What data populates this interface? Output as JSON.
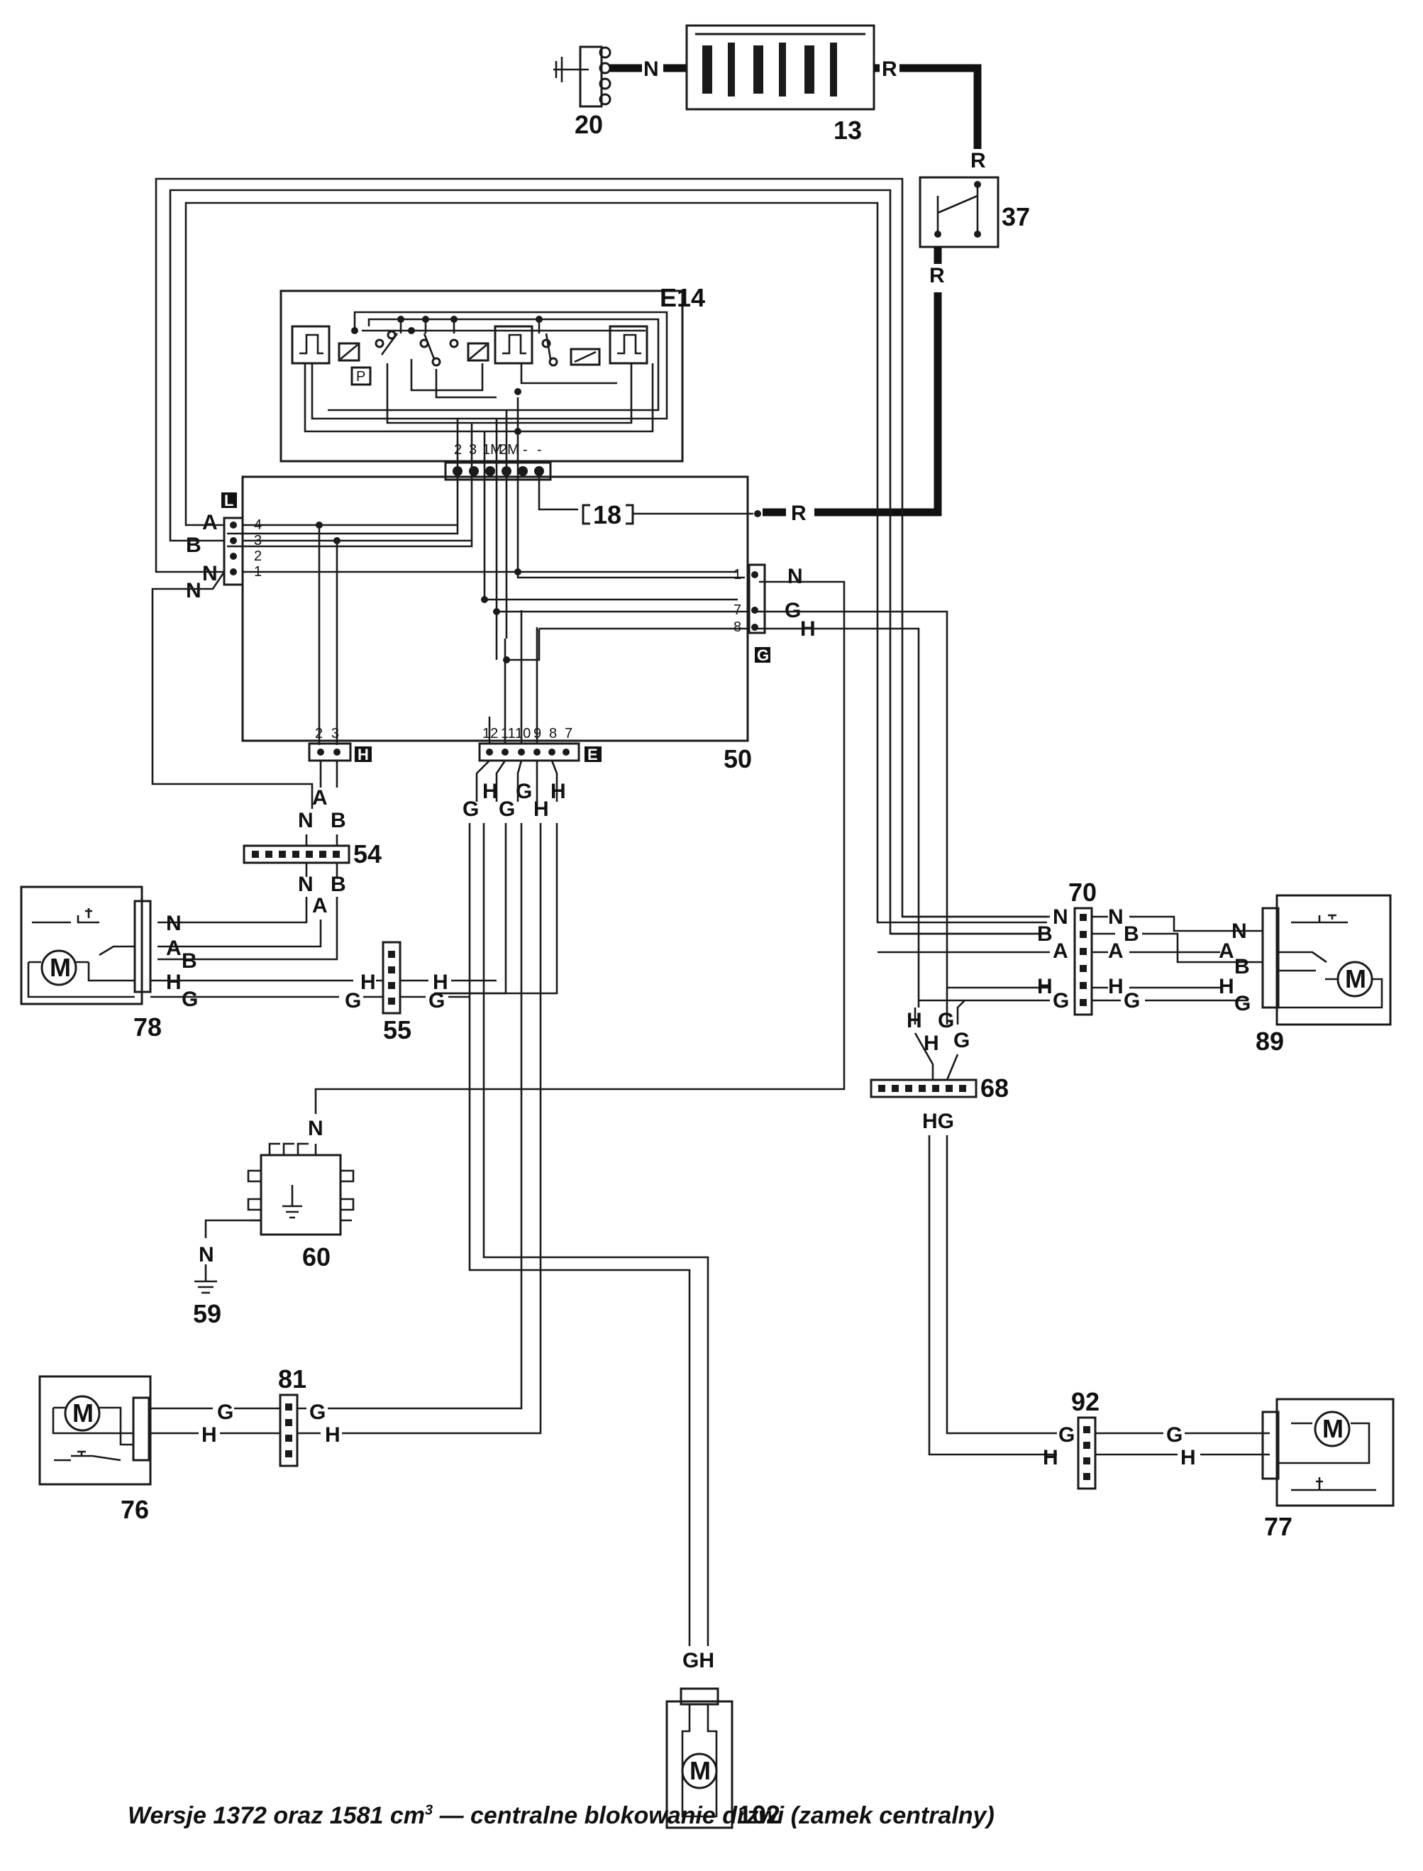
{
  "caption": {
    "text_a": "Wersje 1372 oraz 1581 cm",
    "sup": "3",
    "text_b": " — centralne blokowanie drzwi (zamek centralny)"
  },
  "components": {
    "c20": "20",
    "c13": "13",
    "c37": "37",
    "cE14": "E14",
    "c18": "18",
    "c50": "50",
    "c54": "54",
    "c55": "55",
    "c78": "78",
    "c60": "60",
    "c59": "59",
    "c70": "70",
    "c89": "89",
    "c68": "68",
    "c81": "81",
    "c76": "76",
    "c92": "92",
    "c77": "77",
    "c102": "102"
  },
  "connector_tags": {
    "L": "L",
    "G": "G",
    "H": "H",
    "E": "E",
    "P": "P"
  },
  "motor_symbol": "M",
  "wire_codes": {
    "N": "N",
    "R": "R",
    "A": "A",
    "B": "B",
    "G": "G",
    "H": "H",
    "HG": "HG",
    "GH": "GH"
  },
  "pins": {
    "e14": [
      "2",
      "3",
      "1M",
      "2M",
      "-",
      "-"
    ],
    "left": [
      "4",
      "3",
      "2",
      "1"
    ],
    "right": [
      "1",
      "7",
      "8"
    ],
    "bottom_h": [
      "2",
      "3"
    ],
    "bottom_e": [
      "12",
      "11",
      "10",
      "9",
      "8",
      "7"
    ]
  }
}
